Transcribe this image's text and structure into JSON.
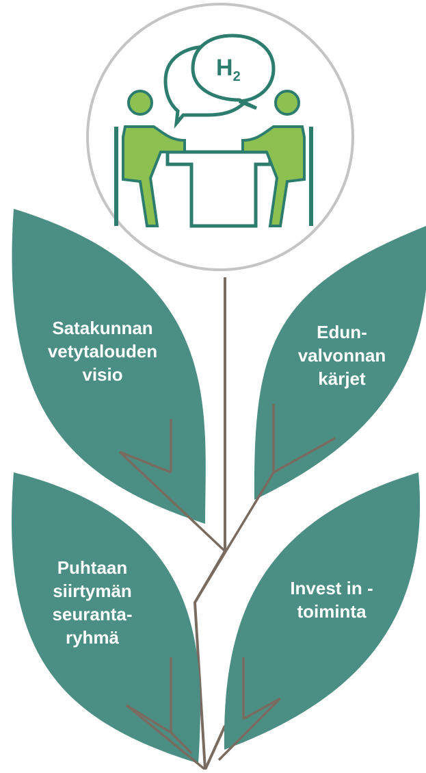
{
  "diagram": {
    "icon": {
      "name": "meeting-hydrogen-icon",
      "bubble_text": "H",
      "bubble_subscript": "2"
    },
    "leaves": [
      {
        "id": "top-left",
        "lines": [
          "Satakunnan",
          "vetytalouden",
          "visio"
        ]
      },
      {
        "id": "top-right",
        "lines": [
          "Edun-",
          "valvonnan",
          "kärjet"
        ]
      },
      {
        "id": "bottom-left",
        "lines": [
          "Puhtaan",
          "siirtymän",
          "seuranta-",
          "ryhmä"
        ]
      },
      {
        "id": "bottom-right",
        "lines": [
          "Invest in -",
          "toiminta"
        ]
      }
    ],
    "colors": {
      "leaf": "#4b8f84",
      "stem": "#7a6b60",
      "circle_border": "#c4c4c4",
      "icon_teal": "#2d7d6e",
      "icon_green": "#8cc152"
    }
  }
}
